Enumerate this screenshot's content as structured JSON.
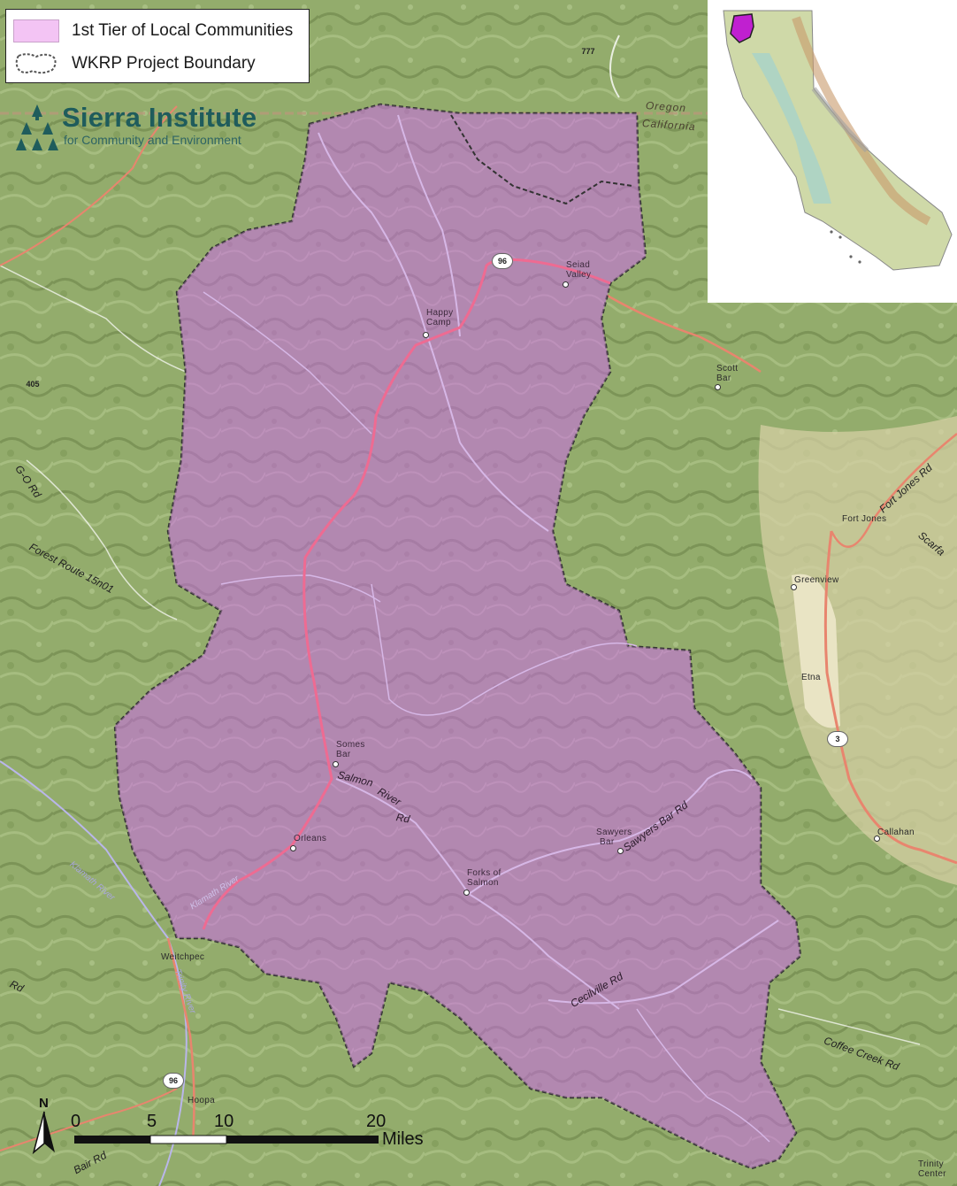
{
  "legend": {
    "fill_label": "1st Tier of Local Communities",
    "boundary_label": "WKRP Project Boundary"
  },
  "brand": {
    "name": "Sierra Institute",
    "subtitle": "for Community and Environment"
  },
  "state_labels": {
    "oregon": "Oregon",
    "california": "California"
  },
  "communities": [
    {
      "id": "happy-camp",
      "line1": "Happy",
      "line2": "Camp"
    },
    {
      "id": "seiad-valley",
      "line1": "Seiad",
      "line2": "Valley"
    },
    {
      "id": "somes-bar",
      "line1": "Somes",
      "line2": "Bar"
    },
    {
      "id": "orleans",
      "line1": "Orleans",
      "line2": ""
    },
    {
      "id": "forks-of-salmon",
      "line1": "Forks of",
      "line2": "Salmon"
    },
    {
      "id": "sawyers-bar",
      "line1": "Sawyers",
      "line2": "Bar"
    }
  ],
  "outside_places": [
    {
      "id": "scott-bar",
      "line1": "Scott",
      "line2": "Bar"
    },
    {
      "id": "fort-jones",
      "line1": "Fort Jones",
      "line2": ""
    },
    {
      "id": "greenview",
      "line1": "Greenview",
      "line2": ""
    },
    {
      "id": "etna",
      "line1": "Etna",
      "line2": ""
    },
    {
      "id": "callahan",
      "line1": "Callahan",
      "line2": ""
    },
    {
      "id": "weitchpec",
      "line1": "Weitchpec",
      "line2": ""
    },
    {
      "id": "hoopa",
      "line1": "Hoopa",
      "line2": ""
    },
    {
      "id": "trinity-center",
      "line1": "Trinity",
      "line2": "Center"
    }
  ],
  "roads": {
    "salmon_river_rd_1": "Salmon",
    "salmon_river_rd_2": "River",
    "salmon_river_rd_3": "Rd",
    "sawyers_bar_rd": "Sawyers Bar Rd",
    "cecilville_rd": "Cecilville Rd",
    "fort_jones_rd": "Fort Jones Rd",
    "scarface": "Scarfa",
    "coffee_creek_rd": "Coffee Creek Rd",
    "forest_route": "Forest Route 15n01",
    "go_rd": "G-O Rd",
    "bair_rd": "Bair Rd",
    "rd_left": "Rd",
    "klamath_river_left": "Klamath River",
    "klamath_river_inside": "Klamath River",
    "trinity_river": "Trinity River"
  },
  "shields": {
    "hwy96_north": "96",
    "hwy96_south": "96",
    "hwy3": "3",
    "route405": "405",
    "route777": "777"
  },
  "scale": {
    "t0": "0",
    "t5": "5",
    "t10": "10",
    "t20": "20",
    "unit": "Miles"
  },
  "north": "N",
  "colors": {
    "boundary_fill": "#c99ac6",
    "legend_swatch": "#f3c4f4",
    "highway": "#e85a7a",
    "brand": "#1f5c5c",
    "inset_highlight": "#c020d0"
  }
}
